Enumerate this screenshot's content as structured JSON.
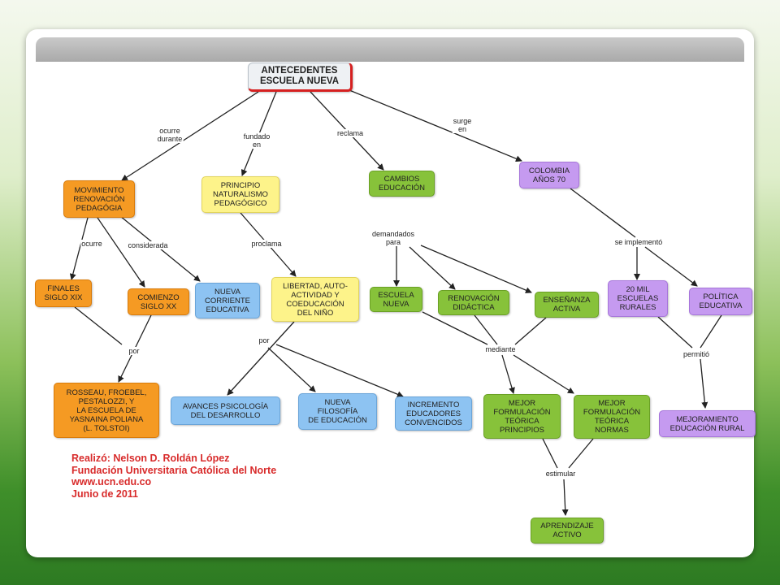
{
  "root": "ANTECEDENTES\nESCUELA NUEVA",
  "nodes": {
    "movimiento": "MOVIMIENTO\nRENOVACIÓN\nPEDAGÓGIA",
    "principio": "PRINCIPIO\nNATURALISMO\nPEDAGÓGICO",
    "cambios": "CAMBIOS\nEDUCACIÓN",
    "colombia": "COLOMBIA\nAÑOS 70",
    "finales": "FINALES\nSIGLO XIX",
    "comienzo": "COMIENZO\nSIGLO XX",
    "nueva_corriente": "NUEVA\nCORRIENTE\nEDUCATIVA",
    "libertad": "LIBERTAD, AUTO-\nACTIVIDAD Y\nCOEDUCACIÓN\nDEL NIÑO",
    "escuela_nueva": "ESCUELA\nNUEVA",
    "renovacion_didactica": "RENOVACIÓN\nDIDÁCTICA",
    "ensenanza": "ENSEÑANZA\nACTIVA",
    "escuelas_rurales": "20 MIL\nESCUELAS\nRURALES",
    "politica": "POLÍTICA\nEDUCATIVA",
    "rosseau": "ROSSEAU, FROEBEL,\nPESTALOZZI, Y\nLA ESCUELA DE\nYASNAINA POLIANA\n(L. TOLSTOI)",
    "avances": "AVANCES PSICOLOGÍA\nDEL DESARROLLO",
    "filosofia": "NUEVA\nFILOSOFÍA\nDE EDUCACIÓN",
    "incremento": "INCREMENTO\nEDUCADORES\nCONVENCIDOS",
    "principios": "MEJOR\nFORMULACIÓN\nTEÓRICA\nPRINCIPIOS",
    "normas": "MEJOR\nFORMULACIÓN\nTEÓRICA\nNORMAS",
    "mejoramiento": "MEJORAMIENTO\nEDUCACIÓN RURAL",
    "aprendizaje": "APRENDIZAJE\nACTIVO"
  },
  "labels": {
    "ocurre_durante": "ocurre\ndurante",
    "fundado_en": "fundado\nen",
    "reclama": "reclama",
    "surge_en": "surge\nen",
    "ocurre": "ocurre",
    "considerada": "considerada",
    "proclama": "proclama",
    "demandados_para": "demandados\npara",
    "se_implemento": "se implementó",
    "por_left": "por",
    "por_mid": "por",
    "mediante": "mediante",
    "permitio": "permitió",
    "estimular": "estimular"
  },
  "credits": [
    "Realizó: Nelson D. Roldán López",
    "Fundación Universitaria Católica del Norte",
    "www.ucn.edu.co",
    "Junio de 2011"
  ],
  "colors": {
    "orange": "#f59a23",
    "yellow": "#fdf38a",
    "green": "#87c23a",
    "purple": "#c59af0",
    "blue": "#8dc3f2",
    "credits_red": "#d82b2b"
  }
}
